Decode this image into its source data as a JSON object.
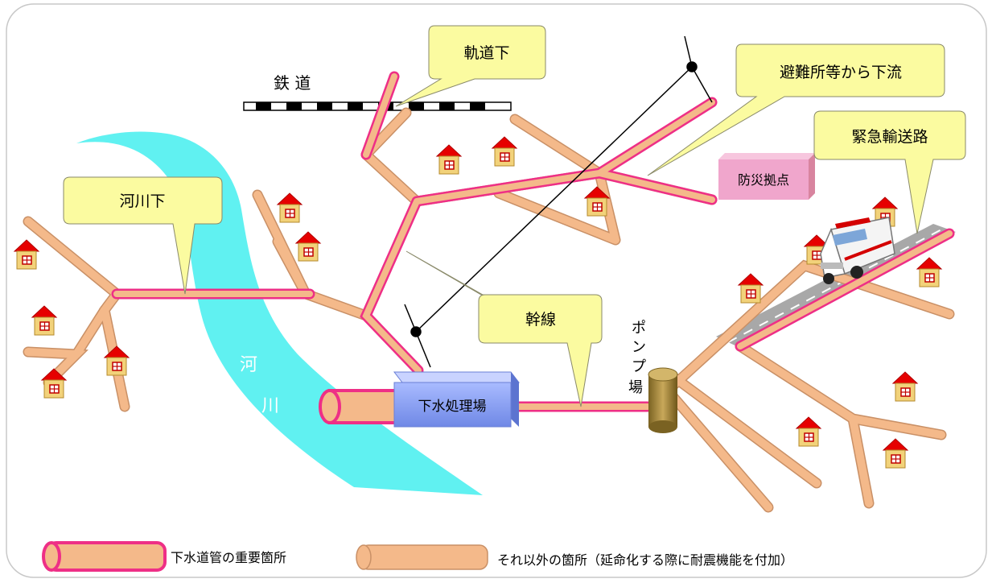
{
  "callouts": {
    "track": "軌道下",
    "shelter": "避難所等から下流",
    "emergency_road": "緊急輸送路",
    "river_under": "河川下",
    "trunk": "幹線"
  },
  "labels": {
    "railway": "鉄 道",
    "river_1": "河",
    "river_2": "川",
    "pump_1": "ポ",
    "pump_2": "ン",
    "pump_3": "プ",
    "pump_4": "場",
    "treatment_plant": "下水処理場",
    "disaster_base": "防災拠点"
  },
  "legend": {
    "important": "下水道管の重要箇所",
    "other": "それ以外の箇所（延命化する際に耐震機能を付加）"
  },
  "colors": {
    "pipe_fill": "#f4b98a",
    "pipe_edge": "#c99066",
    "important_pipe": "#ee2f86",
    "river": "#4ff0f0",
    "callout_bg": "#fbfba0",
    "house_roof": "#e60000",
    "house_wall": "#f2d27a",
    "plant_box": "#8fa6ff",
    "disaster_box": "#f0a6cc",
    "pump_tank": "#b08f3a",
    "road": "#a8a8a8"
  }
}
